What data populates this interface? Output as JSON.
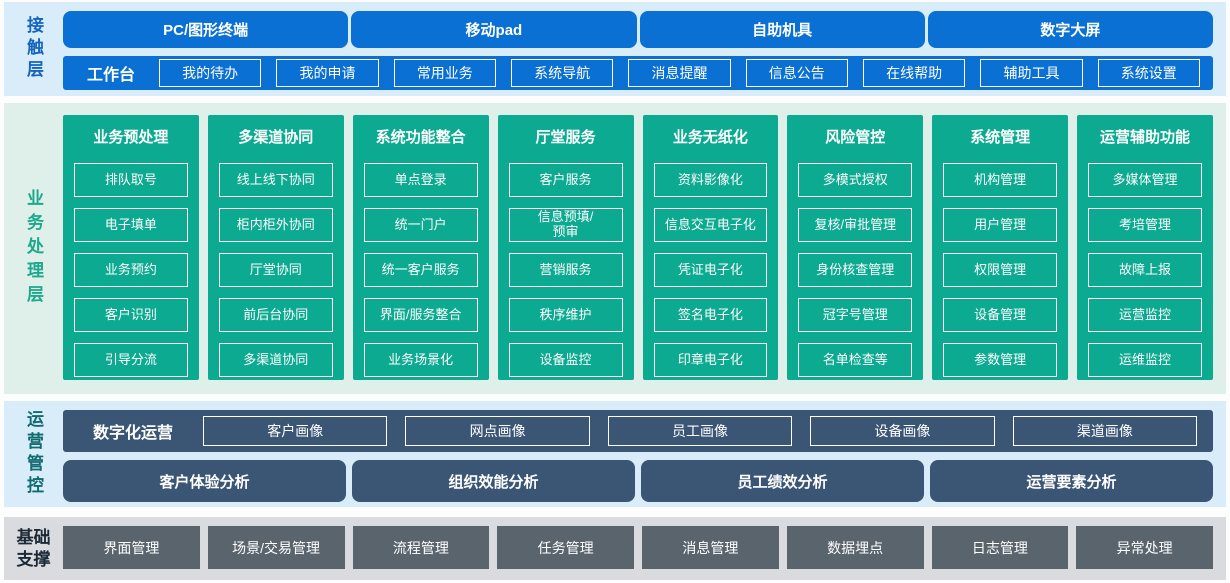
{
  "colors": {
    "primary-blue": "#0a70d4",
    "light-blue-bg": "#d9ecf9",
    "teal-green": "#0caa90",
    "pale-green-bg": "#def0e9",
    "slate-blue": "#3a5674",
    "light-gray-bg": "#d9dbdf",
    "dark-gray-box": "#5a646d",
    "label-blue": "#1565c0",
    "label-green": "#1ca98c",
    "label-teal": "#0f6b6e",
    "label-dark": "#1b2836"
  },
  "layers": {
    "contact": {
      "label": "接触层",
      "channels": [
        "PC/图形终端",
        "移动pad",
        "自助机具",
        "数字大屏"
      ],
      "workbench": {
        "label": "工作台",
        "items": [
          "我的待办",
          "我的申请",
          "常用业务",
          "系统导航",
          "消息提醒",
          "信息公告",
          "在线帮助",
          "辅助工具",
          "系统设置"
        ]
      }
    },
    "business": {
      "label": "业务处理层",
      "columns": [
        {
          "title": "业务预处理",
          "items": [
            "排队取号",
            "电子填单",
            "业务预约",
            "客户识别",
            "引导分流"
          ]
        },
        {
          "title": "多渠道协同",
          "items": [
            "线上线下协同",
            "柜内柜外协同",
            "厅堂协同",
            "前后台协同",
            "多渠道协同"
          ]
        },
        {
          "title": "系统功能整合",
          "items": [
            "单点登录",
            "统一门户",
            "统一客户服务",
            "界面/服务整合",
            "业务场景化"
          ]
        },
        {
          "title": "厅堂服务",
          "items": [
            "客户服务",
            "信息预填/\n预审",
            "营销服务",
            "秩序维护",
            "设备监控"
          ]
        },
        {
          "title": "业务无纸化",
          "items": [
            "资料影像化",
            "信息交互电子化",
            "凭证电子化",
            "签名电子化",
            "印章电子化"
          ]
        },
        {
          "title": "风险管控",
          "items": [
            "多模式授权",
            "复核/审批管理",
            "身份核查管理",
            "冠字号管理",
            "名单检查等"
          ]
        },
        {
          "title": "系统管理",
          "items": [
            "机构管理",
            "用户管理",
            "权限管理",
            "设备管理",
            "参数管理"
          ]
        },
        {
          "title": "运营辅助功能",
          "items": [
            "多媒体管理",
            "考培管理",
            "故障上报",
            "运营监控",
            "运维监控"
          ]
        }
      ]
    },
    "operations": {
      "label": "运营管控",
      "digital": {
        "label": "数字化运营",
        "items": [
          "客户画像",
          "网点画像",
          "员工画像",
          "设备画像",
          "渠道画像"
        ]
      },
      "analysis": [
        "客户体验分析",
        "组织效能分析",
        "员工绩效分析",
        "运营要素分析"
      ]
    },
    "foundation": {
      "label": "基础\n支撑",
      "items": [
        "界面管理",
        "场景/交易管理",
        "流程管理",
        "任务管理",
        "消息管理",
        "数据埋点",
        "日志管理",
        "异常处理"
      ]
    }
  }
}
